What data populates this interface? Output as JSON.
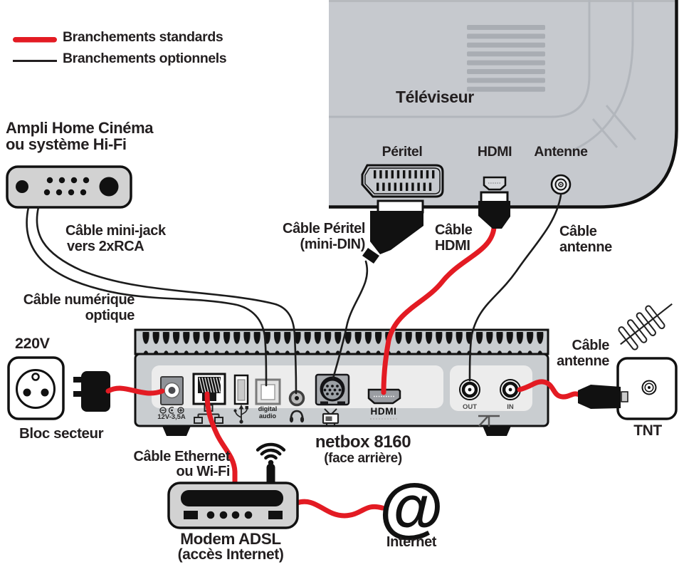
{
  "legend": {
    "standard_label": "Branchements standards",
    "optional_label": "Branchements optionnels",
    "standard_color": "#e31b23",
    "optional_color": "#231f20"
  },
  "amplifier": {
    "title_line1": "Ampli Home Cinéma",
    "title_line2": "ou système Hi-Fi"
  },
  "tv": {
    "title": "Téléviseur",
    "peritel_label": "Péritel",
    "hdmi_label": "HDMI",
    "antenna_label": "Antenne"
  },
  "cables": {
    "mini_jack_line1": "Câble mini-jack",
    "mini_jack_line2": "vers 2xRCA",
    "optical_line1": "Câble numérique",
    "optical_line2": "optique",
    "peritel_line1": "Câble Péritel",
    "peritel_line2": "(mini-DIN)",
    "hdmi_line1": "Câble",
    "hdmi_line2": "HDMI",
    "tv_antenna_line1": "Câble",
    "tv_antenna_line2": "antenne",
    "ethernet_line1": "Câble Ethernet",
    "ethernet_line2": "ou Wi-Fi",
    "tnt_antenna_line1": "Câble",
    "tnt_antenna_line2": "antenne"
  },
  "outlet": {
    "label": "220V"
  },
  "power_adapter": {
    "label": "Bloc secteur"
  },
  "netbox": {
    "title": "netbox 8160",
    "subtitle": "(face arrière)",
    "power_rating": "12V-3,5A",
    "digital_audio_line1": "digital",
    "digital_audio_line2": "audio",
    "hdmi_logo": "HDMI",
    "out_label": "OUT",
    "in_label": "IN"
  },
  "modem": {
    "title_line1": "Modem ADSL",
    "title_line2": "(accès Internet)"
  },
  "internet": {
    "symbol": "@",
    "label": "Internet"
  },
  "tnt": {
    "label": "TNT"
  }
}
